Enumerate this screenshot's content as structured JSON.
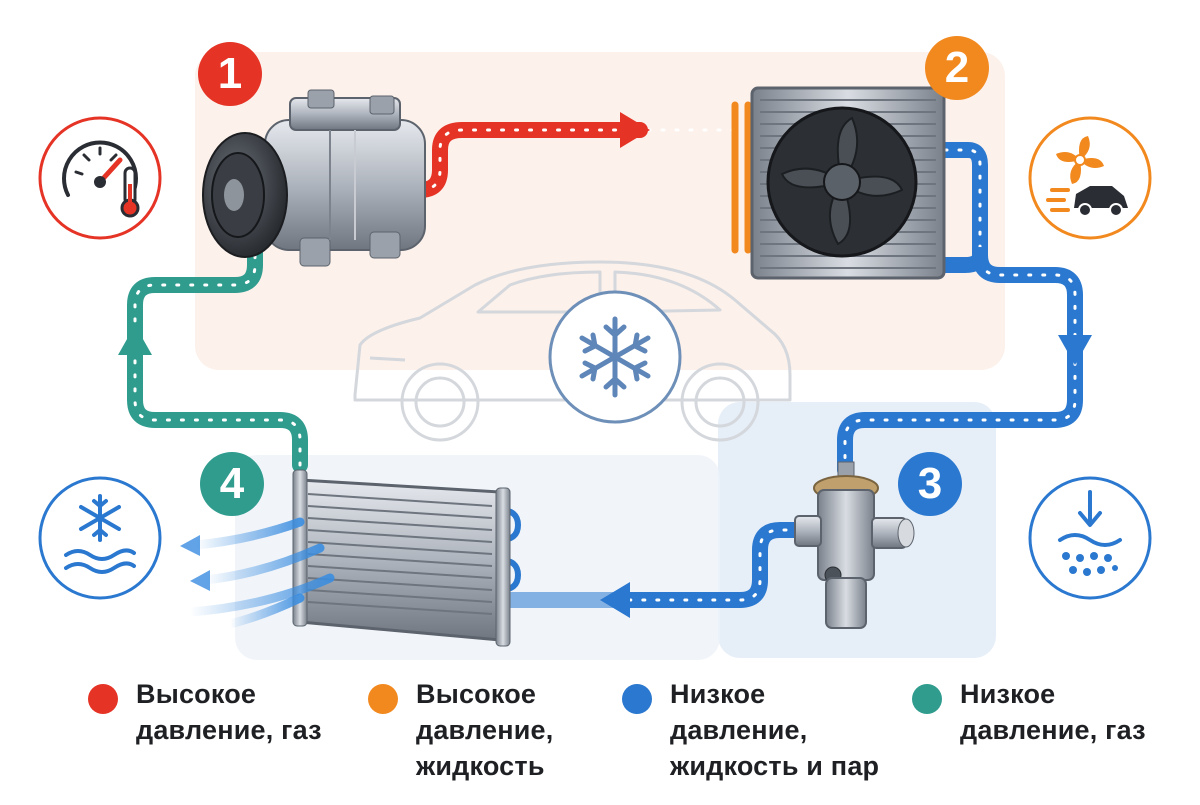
{
  "steps": [
    {
      "number": "1",
      "component": "compressor",
      "color": "#e53325"
    },
    {
      "number": "2",
      "component": "condenser",
      "color": "#f2891f"
    },
    {
      "number": "3",
      "component": "expansion-valve",
      "color": "#2a78cf"
    },
    {
      "number": "4",
      "component": "evaporator",
      "color": "#2f9c8e"
    }
  ],
  "side_icons": [
    "gauge-thermometer-icon",
    "fan-car-icon",
    "pressure-drop-icon",
    "snowflake-waves-icon"
  ],
  "center_icon": "snowflake-icon",
  "legend": [
    {
      "lines": [
        "Высокое",
        "давление, газ"
      ],
      "color": "#e53325"
    },
    {
      "lines": [
        "Высокое",
        "давление,",
        "жидкость"
      ],
      "color": "#f2891f"
    },
    {
      "lines": [
        "Низкое",
        "давление,",
        "жидкость и пар"
      ],
      "color": "#2a78cf"
    },
    {
      "lines": [
        "Низкое",
        "давление, газ"
      ],
      "color": "#2f9c8e"
    }
  ],
  "colors": {
    "high_gas": "#e53325",
    "high_liquid": "#f2891f",
    "low_liquid_vapor": "#2a78cf",
    "low_gas": "#2f9c8e"
  }
}
